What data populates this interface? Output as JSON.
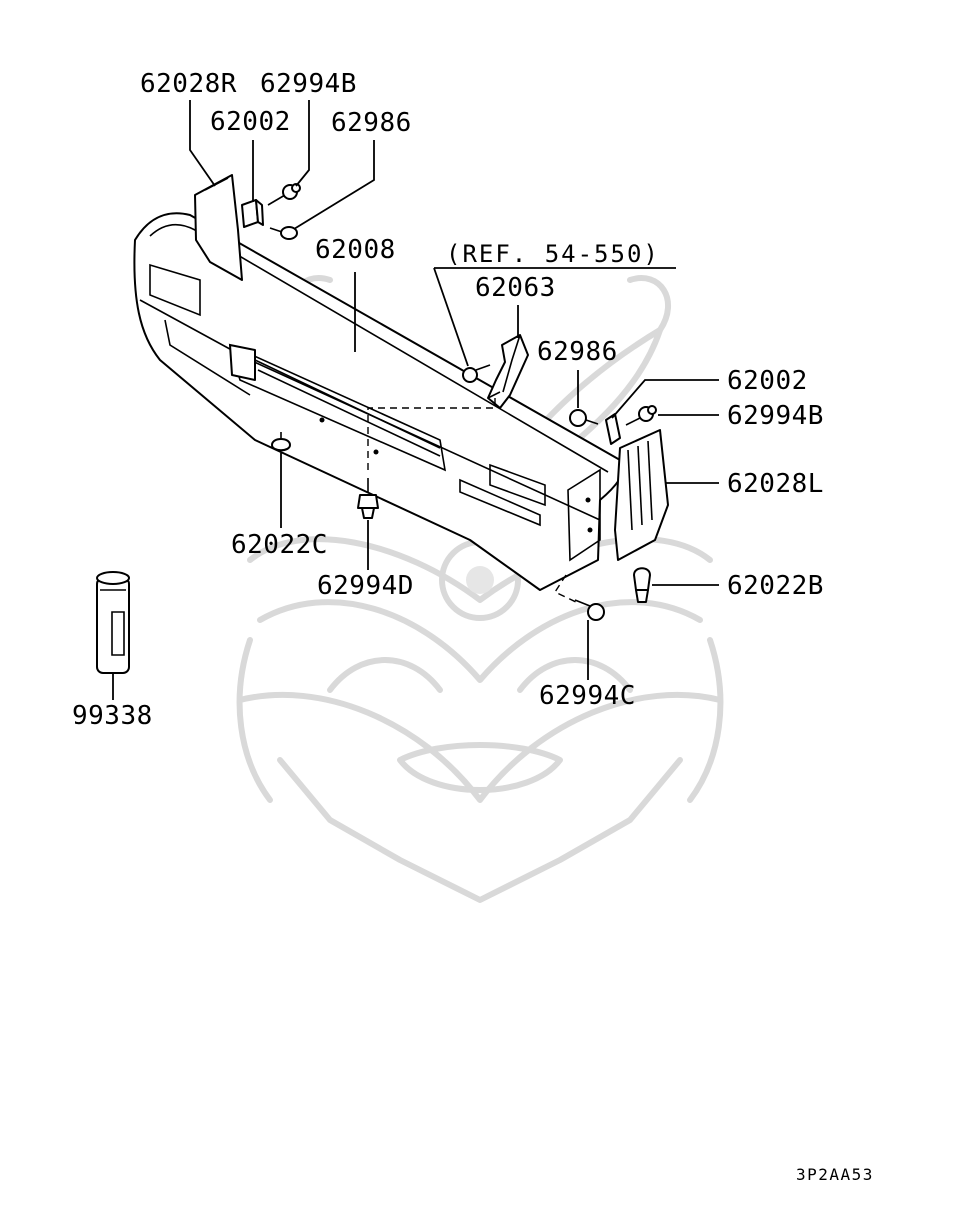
{
  "diagram": {
    "reference_note": "(REF. 54-550)",
    "drawing_code": "3P2AA53",
    "watermark_icon": "samurai-helmet-mask"
  },
  "callouts": {
    "p62028R": "62028R",
    "p62994B_top": "62994B",
    "p62002_top": "62002",
    "p62986_top": "62986",
    "p62008": "62008",
    "p62063": "62063",
    "p62986_mid": "62986",
    "p62002_right": "62002",
    "p62994B_right": "62994B",
    "p62028L": "62028L",
    "p62022C": "62022C",
    "p62994D": "62994D",
    "p62022B": "62022B",
    "p62994C": "62994C",
    "p99338": "99338"
  }
}
